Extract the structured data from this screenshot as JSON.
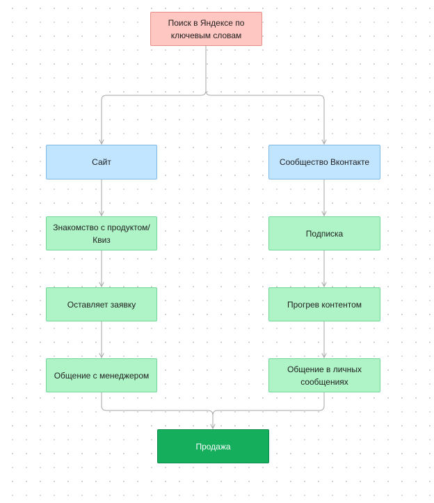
{
  "diagram": {
    "nodes": {
      "search": {
        "label": "Поиск в Яндексе по\nключевым словам"
      },
      "site": {
        "label": "Сайт"
      },
      "vk_community": {
        "label": "Сообщество Вконтакте"
      },
      "product_quiz": {
        "label": "Знакомство с продуктом/\nКвиз"
      },
      "subscription": {
        "label": "Подписка"
      },
      "request": {
        "label": "Оставляет заявку"
      },
      "content_warmup": {
        "label": "Прогрев контентом"
      },
      "manager_chat": {
        "label": "Общение с менеджером"
      },
      "private_messages": {
        "label": "Общение в личных\nсообщениях"
      },
      "sale": {
        "label": "Продажа"
      }
    },
    "colors": {
      "source": "#ffc7c2",
      "source_border": "#e78e86",
      "channel": "#c2e5ff",
      "channel_border": "#7fb8e3",
      "step": "#aff4c6",
      "step_border": "#6fd698",
      "result": "#14ae5c",
      "result_border": "#0c8a47",
      "result_text": "#ffffff",
      "connector": "#a6a6a6"
    }
  }
}
